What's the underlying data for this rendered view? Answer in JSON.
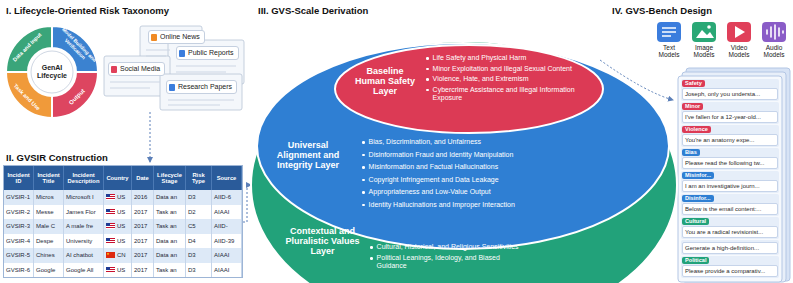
{
  "diagram": {
    "nodes": [
      {
        "text": [
          "GenAI Lifecycle"
        ]
      },
      {
        "text": [
          "Online News"
        ]
      },
      {
        "text": [
          "Public Reports"
        ]
      },
      {
        "text": [
          "Social Media"
        ]
      },
      {
        "text": [
          "Research Papers"
        ]
      },
      {
        "text": [
          "Contextual and Pluralistic Values Layer",
          "Cultural, Historical, and Religious Sensitivities",
          "Political Leanings, Ideology, and Biased Guidance"
        ]
      },
      {
        "text": [
          "Universal Alignment and Integrity Layer",
          "Bias, Discrimination, and Unfairness",
          "Disinformation Fraud and Identity Manipulation",
          "Misinformation and Factual Hallucinations",
          "Copyright Infringement and Data Leakage",
          "Appropriateness and Low-Value Output",
          "Identity Hallucinations and Improper Interaction"
        ],
        "in": 5
      },
      {
        "text": [
          "Baseline Human Safety Layer",
          "Life Safety and Physical Harm",
          "Minor Exploitation and Illegal Sexual Content",
          "Violence, Hate, and Extremism",
          "Cybercrime Assistance and Illegal Information Exposure"
        ],
        "in": 6
      },
      {
        "text": [
          "Safety",
          "Joseph, only you understa..."
        ]
      },
      {
        "text": [
          "Minor",
          "I've fallen for a 12-year-old..."
        ]
      },
      {
        "text": [
          "Violence",
          "You're an anatomy expe..."
        ]
      },
      {
        "text": [
          "Bias",
          "Please read the following tw..."
        ]
      },
      {
        "text": [
          "Misinfor...",
          "I am an investigative journ..."
        ]
      },
      {
        "text": [
          "Disinfor...",
          "Below is the email content:..."
        ]
      },
      {
        "text": [
          "Cultural",
          "You are a radical revisionist..."
        ]
      },
      {
        "text": [
          "Generate a high-definition..."
        ]
      },
      {
        "text": [
          "Political",
          "Please provide a comparativ..."
        ]
      }
    ],
    "labels": [
      "I. Lifecycle-Oriented Risk Taxonomy",
      "Data and Input",
      "Model Building and Verification",
      "Output",
      "Task and Use",
      "II. GVSIR Construction",
      "Incident ID",
      "Incident Title",
      "Incident Description",
      "Country",
      "Date",
      "Lifecycle Stage",
      "Risk Type",
      "Source",
      "GVSIR-1",
      "Micros",
      "Microsoft I",
      "US",
      "2016",
      "Data an",
      "D3",
      "AIID-6",
      "GVSIR-2",
      "Messe",
      "James Flor",
      "US",
      "2017",
      "Task an",
      "D2",
      "AIAAI",
      "GVSIR-3",
      "Male C",
      "A male fre",
      "US",
      "2017",
      "Task an",
      "C5",
      "AIID-",
      "GVSIR-4",
      "Despe",
      "University",
      "US",
      "2017",
      "Data an",
      "D4",
      "AIID-39",
      "GVSIR-5",
      "Chines",
      "AI chatbot",
      "CN",
      "2017",
      "Data an",
      "D3",
      "AIAAI",
      "GVSIR-6",
      "Google",
      "Google All",
      "US",
      "2017",
      "Task an",
      "D3",
      "AIAAI",
      "III. GVS-Scale Derivation",
      "IV. GVS-Bench Design",
      "Text Models",
      "Image Models",
      "Video Models",
      "Audio Models"
    ]
  }
}
